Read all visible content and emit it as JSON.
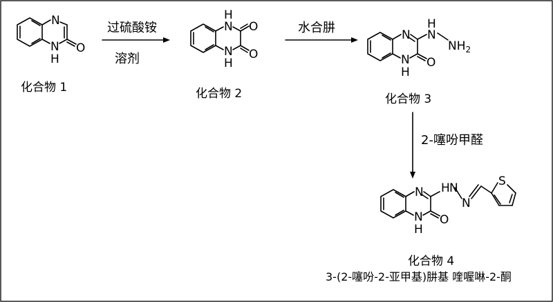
{
  "reagents": {
    "step1_top": "过硫酸铵",
    "step1_bottom": "溶剂",
    "step2": "水合肼",
    "step3": "2-噻吩甲醛"
  },
  "compounds": {
    "c1": "化合物 1",
    "c2": "化合物 2",
    "c3": "化合物 3",
    "c4": "化合物 4",
    "c4_name": "3-(2-噻吩-2-亚甲基)肼基 喹喔啉-2-酮"
  },
  "atoms": {
    "N": "N",
    "H": "H",
    "O": "O",
    "S": "S",
    "NH": "NH",
    "sub2": "2"
  }
}
